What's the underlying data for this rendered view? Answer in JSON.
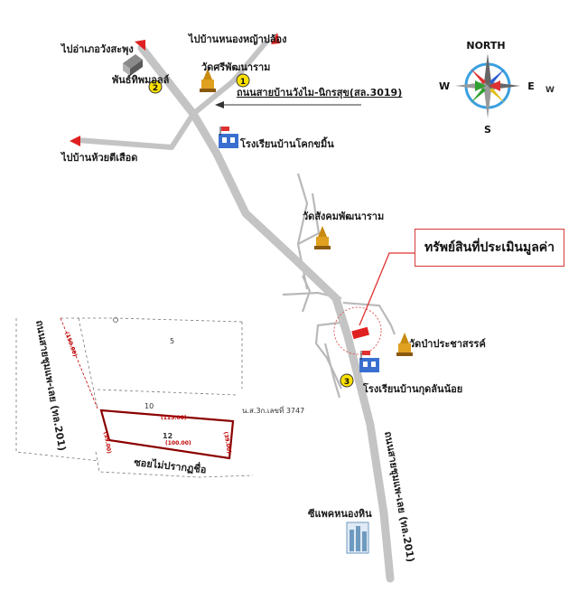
{
  "title_box": "ทรัพย์สินที่ประเมินมูลค่า",
  "compass": {
    "north": "NORTH",
    "south": "S",
    "east": "E",
    "west": "W",
    "west_edge": "W"
  },
  "roads": {
    "to_nong_ya_plong": "ไปบ้านหนองหญ้าปล้อง",
    "to_huai_sai_khiang": "ไปบ้านห้วยตีเสือด",
    "to_khlong_saphung": "ไปอ่าเภอวังสะพุง",
    "highway_label": "ถนนสายบ้านวังไม-นิกรสุข(สล.3019)",
    "main_highway": "ถนนสายชุมแพ-เลย (ทล.201)",
    "side_soi": "ซอยไม่ปรากฏชื่อ",
    "west_road": "ถนนสายชุมแพ-เลย (ทล.201)"
  },
  "places": {
    "wat_sriphatthanaram": "วัดศรีพัฒนาราม",
    "wat_sangkhom": "วัดสังคมพัฒนาราม",
    "wat_pa_prachasan": "วัดป่าประชาสรรค์",
    "school_khok_khamin": "โรงเรียนบ้านโคกขมิ้น",
    "school_kut_lan_noi": "โรงเรียนบ้านกุดลันน้อย",
    "phanthip_mall": "พันธ์ทิพมอลล์",
    "cpac": "ซีแพคหนองหิน"
  },
  "markers": [
    "1",
    "2",
    "3"
  ],
  "plan": {
    "plot_main": "12",
    "plot_north": "10",
    "plot_top": "5",
    "deed": "น.ส.3ก.เลขที่ 3747",
    "dim_top": "(115.00)",
    "dim_bottom": "(100.00)",
    "dim_left": "(39.00)",
    "dim_right": "(39.00)",
    "dim_vertical": "(150.00)"
  }
}
